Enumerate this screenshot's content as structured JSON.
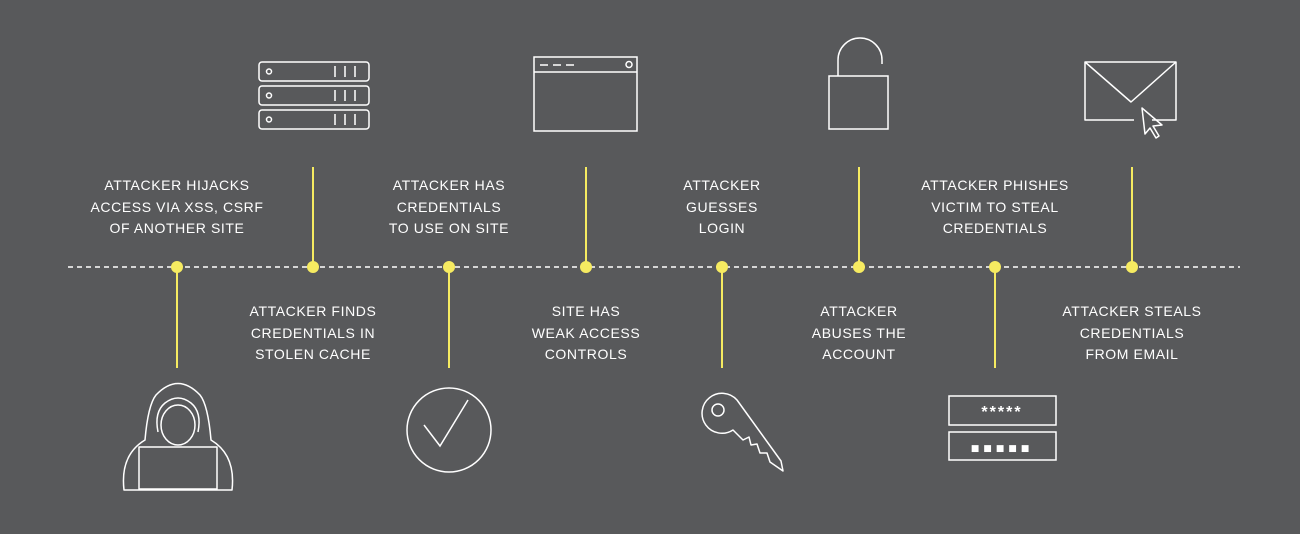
{
  "colors": {
    "background": "#58595b",
    "accent": "#f6eb61",
    "foreground": "#ffffff"
  },
  "steps": [
    {
      "label": "ATTACKER HIJACKS\nACCESS VIA XSS, CSRF\nOF ANOTHER SITE",
      "position": "above",
      "icon": "hacker-icon"
    },
    {
      "label": "ATTACKER FINDS\nCREDENTIALS IN\nSTOLEN CACHE",
      "position": "below",
      "icon": "server-stack-icon"
    },
    {
      "label": "ATTACKER HAS\nCREDENTIALS\nTO USE ON SITE",
      "position": "above",
      "icon": "checkmark-circle-icon"
    },
    {
      "label": "SITE HAS\nWEAK ACCESS\nCONTROLS",
      "position": "below",
      "icon": "browser-window-icon"
    },
    {
      "label": "ATTACKER\nGUESSES\nLOGIN",
      "position": "above",
      "icon": "key-icon"
    },
    {
      "label": "ATTACKER\nABUSES THE\nACCOUNT",
      "position": "below",
      "icon": "open-padlock-icon"
    },
    {
      "label": "ATTACKER PHISHES\nVICTIM TO STEAL\nCREDENTIALS",
      "position": "above",
      "icon": "password-fields-icon"
    },
    {
      "label": "ATTACKER STEALS\nCREDENTIALS\nFROM EMAIL",
      "position": "below",
      "icon": "email-cursor-icon"
    }
  ],
  "password_fields": {
    "masked_1": "*****",
    "masked_2": "■■■■■"
  }
}
